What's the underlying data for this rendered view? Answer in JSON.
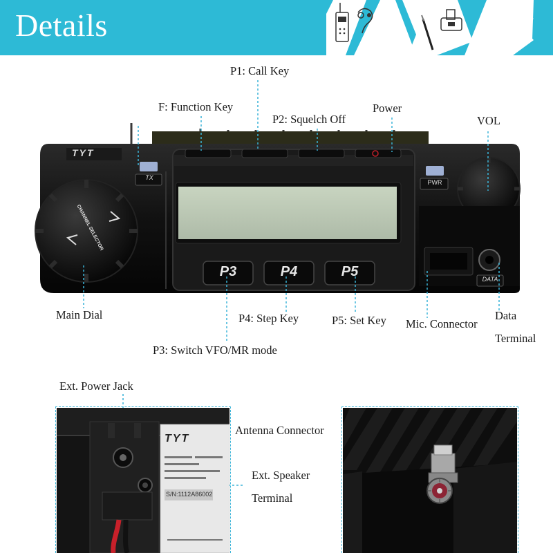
{
  "header": {
    "title": "Details",
    "band_color": "#2dbad6",
    "icons": [
      "radio-icon",
      "earpiece-icon",
      "antenna-icon",
      "charger-icon",
      "play-arrow-icon"
    ]
  },
  "radio_brand": "TYT",
  "front_panel": {
    "indicator_tx": "TX",
    "indicator_pwr": "PWR",
    "jack_data": "DATA",
    "keys": [
      "P3",
      "P4",
      "P5"
    ],
    "knob_lettering": "CHANNEL SELECTOR"
  },
  "callouts": {
    "p1": "P1: Call Key",
    "f": "F: Function Key",
    "p2": "P2: Squelch Off",
    "power": "Power",
    "vol": "VOL",
    "main_dial": "Main Dial",
    "p4": "P4: Step Key",
    "p5": "P5: Set Key",
    "mic": "Mic. Connector",
    "data": "Data",
    "data_2": "Terminal",
    "p3": "P3: Switch VFO/MR  mode",
    "ext_power": "Ext. Power Jack",
    "antenna": "Antenna Connector",
    "ext_speaker": "Ext. Speaker",
    "ext_speaker_2": "Terminal"
  },
  "rear_label": {
    "brand": "TYT",
    "serial": "S/N:1112A86002"
  },
  "colors": {
    "callout_line": "#3ab4d8",
    "radio_body": "#141414"
  }
}
